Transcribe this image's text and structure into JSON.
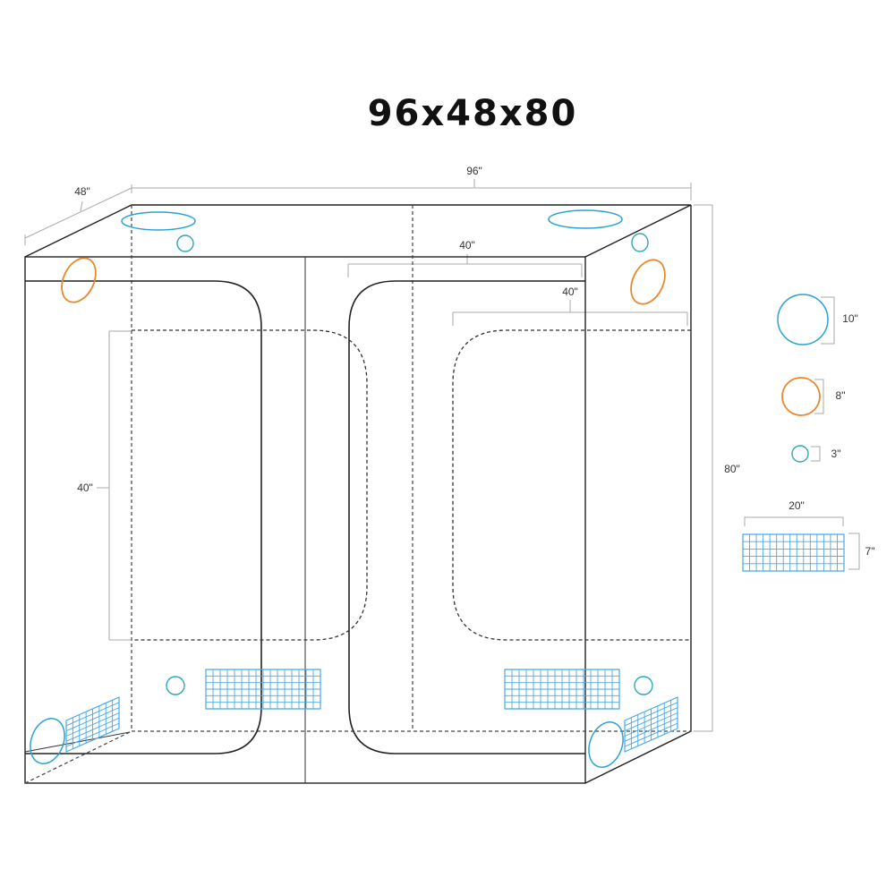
{
  "title": "96x48x80",
  "dimensions": {
    "depth": "48\"",
    "width": "96\"",
    "height": "80\"",
    "door_left_height": "40\"",
    "door_top_width": "40\"",
    "door_right_width": "40\""
  },
  "legend": [
    {
      "id": "duct-10",
      "label": "10\"",
      "shape": "circle",
      "color": "#29a3d4"
    },
    {
      "id": "duct-8",
      "label": "8\"",
      "shape": "circle",
      "color": "#e8892e"
    },
    {
      "id": "port-3",
      "label": "3\"",
      "shape": "circle",
      "color": "#2aa8b8"
    },
    {
      "id": "vent-window",
      "label_width": "20\"",
      "label_height": "7\"",
      "shape": "mesh",
      "color": "#4aa8e6"
    }
  ],
  "colors": {
    "outline": "#222222",
    "duct_10": "#29a3d4",
    "duct_8": "#e8892e",
    "port_3": "#2aa8b8",
    "mesh": "#4aa8e6"
  }
}
